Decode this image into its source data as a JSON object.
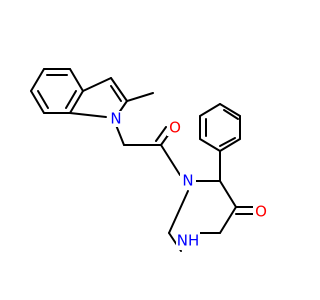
{
  "structure": {
    "labels": {
      "indole_nitrogen": "N",
      "carbonyl_oxygen": "O",
      "piperazine_nitrogen": "N",
      "lactam_oxygen": "O",
      "amide_nh": "NH"
    },
    "colors": {
      "bond": "#000000",
      "nitrogen": "#0000ff",
      "oxygen": "#ff0000"
    }
  }
}
